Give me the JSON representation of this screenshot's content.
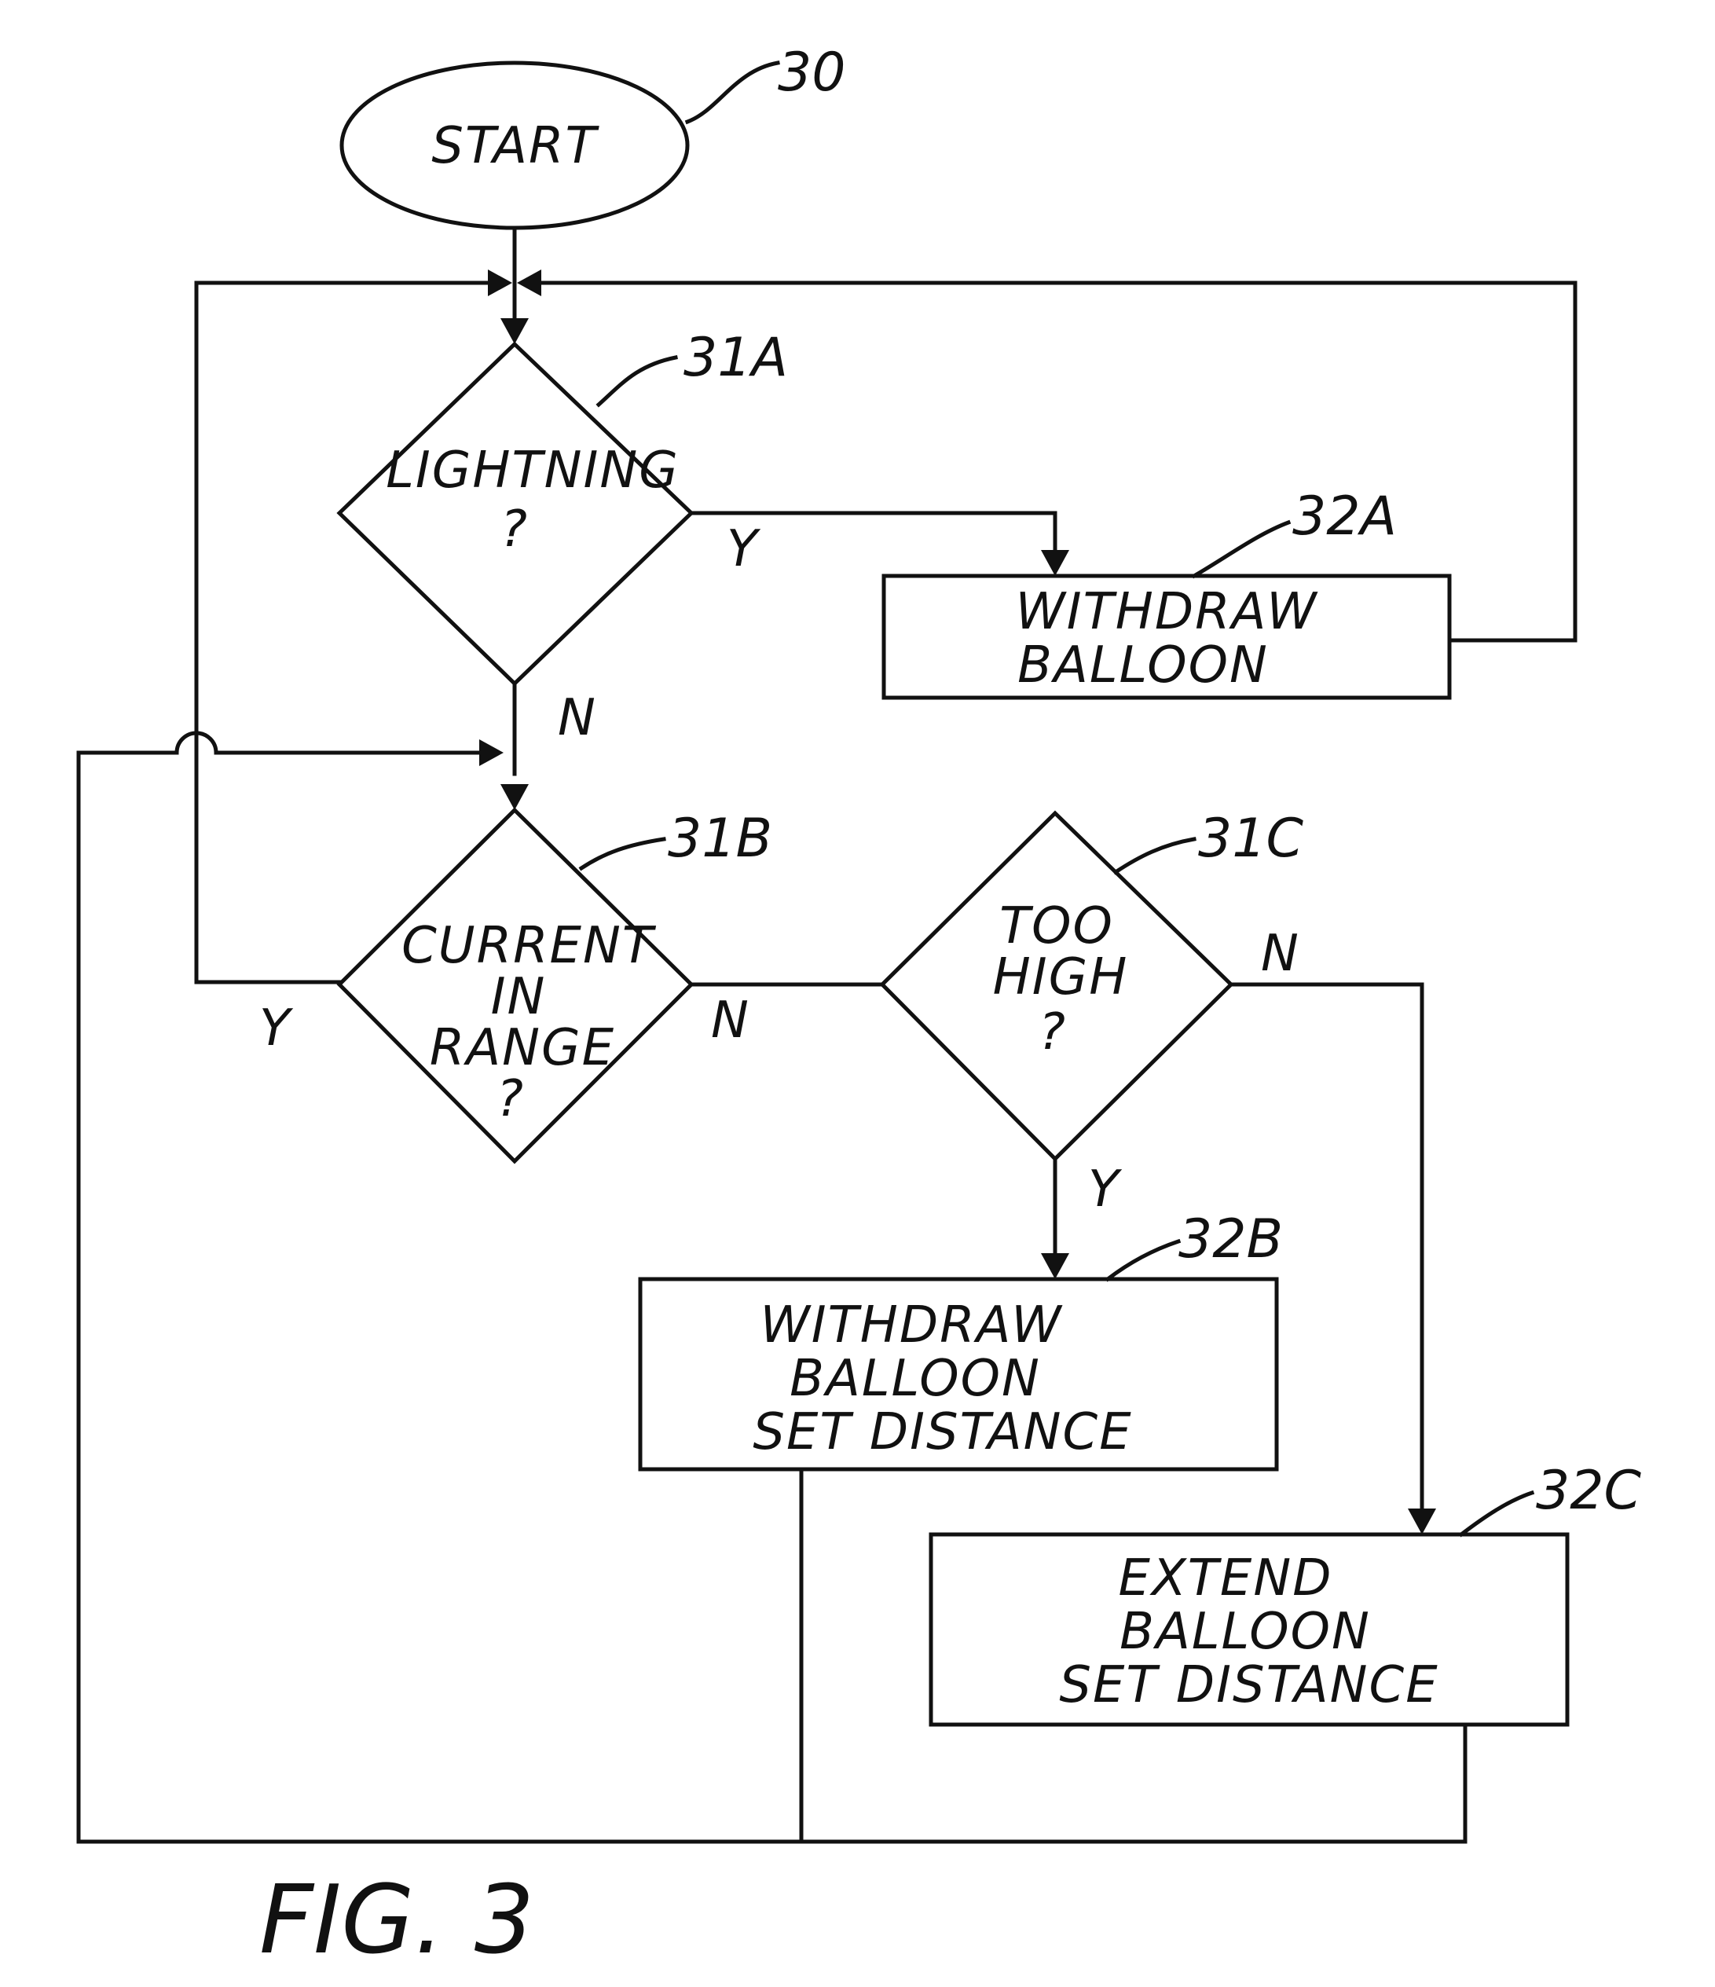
{
  "figure_label": "FIG. 3",
  "nodes": {
    "start": {
      "ref": "30",
      "lines": [
        "START"
      ]
    },
    "d31a": {
      "ref": "31A",
      "lines": [
        "LIGHTNING",
        "?"
      ]
    },
    "b32a": {
      "ref": "32A",
      "lines": [
        "WITHDRAW",
        "BALLOON"
      ]
    },
    "d31b": {
      "ref": "31B",
      "lines": [
        "CURRENT",
        "IN",
        "RANGE",
        "?"
      ]
    },
    "d31c": {
      "ref": "31C",
      "lines": [
        "TOO",
        "HIGH",
        "?"
      ]
    },
    "b32b": {
      "ref": "32B",
      "lines": [
        "WITHDRAW",
        "BALLOON",
        "SET DISTANCE"
      ]
    },
    "b32c": {
      "ref": "32C",
      "lines": [
        "EXTEND",
        "BALLOON",
        "SET DISTANCE"
      ]
    }
  },
  "edge_labels": {
    "a_yes": "Y",
    "a_no": "N",
    "b_yes": "Y",
    "b_no": "N",
    "c_yes": "Y",
    "c_no": "N"
  },
  "colors": {
    "ink": "#111111",
    "paper": "#ffffff"
  }
}
